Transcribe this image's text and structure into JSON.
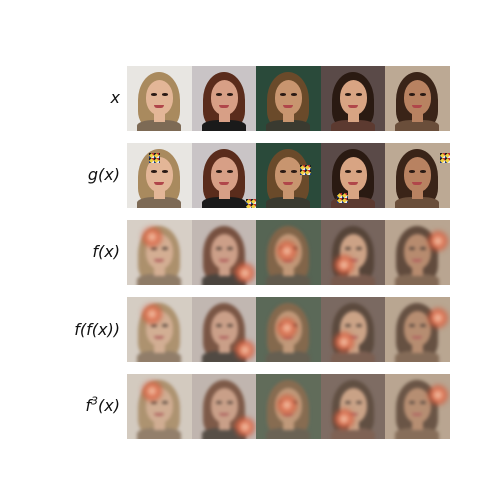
{
  "rows": [
    {
      "label": "x"
    },
    {
      "label": "g(x)"
    },
    {
      "label": "f(x)"
    },
    {
      "label": "f(f(x))"
    },
    {
      "label_base": "f",
      "label_exp": "3",
      "label_arg": "(x)"
    }
  ],
  "faces": [
    {
      "bg": "#e8e6e2",
      "skin": "#e3b697",
      "hair": "#a98a5e",
      "shirt": "#7d6a55"
    },
    {
      "bg": "#c9c4c6",
      "skin": "#d79f86",
      "hair": "#5a2c1c",
      "shirt": "#1a1a1a"
    },
    {
      "bg": "#2a4a3a",
      "skin": "#c8956f",
      "hair": "#6a4a2a",
      "shirt": "#3a3a30"
    },
    {
      "bg": "#5a4a48",
      "skin": "#d8a483",
      "hair": "#2a1a12",
      "shirt": "#5c3a30"
    },
    {
      "bg": "#bca994",
      "skin": "#b88261",
      "hair": "#3a2418",
      "shirt": "#6a4e3a"
    }
  ],
  "colors": {
    "label": "#111111",
    "page_bg": "#ffffff",
    "hotspot_core": "#fff4d8",
    "hotspot_edge": "#d24a2a"
  }
}
